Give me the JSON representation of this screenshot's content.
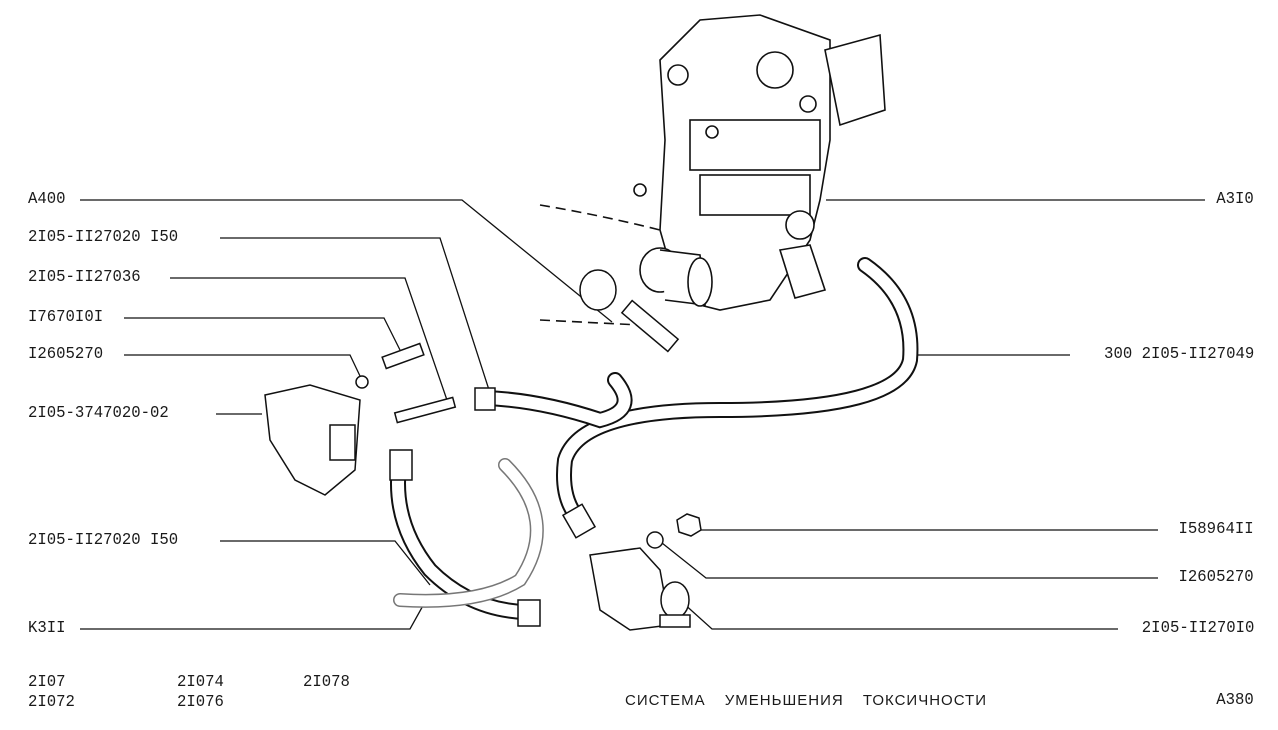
{
  "callouts_left": [
    {
      "label": "A400"
    },
    {
      "label": "2I05-II27020 I50"
    },
    {
      "label": "2I05-II27036"
    },
    {
      "label": "I7670I0I"
    },
    {
      "label": "I2605270"
    },
    {
      "label": "2I05-3747020-02"
    },
    {
      "label": "2I05-II27020 I50"
    },
    {
      "label": "K3II"
    }
  ],
  "callouts_right": [
    {
      "label": "A3I0"
    },
    {
      "label": "300 2I05-II27049"
    },
    {
      "label": "I58964II"
    },
    {
      "label": "I2605270"
    },
    {
      "label": "2I05-II270I0"
    }
  ],
  "footer": {
    "models": [
      "2I07",
      "2I072",
      "2I074",
      "2I076",
      "2I078"
    ],
    "title": "СИСТЕМА УМЕНЬШЕНИЯ ТОКСИЧНОСТИ",
    "page_code": "A380"
  }
}
